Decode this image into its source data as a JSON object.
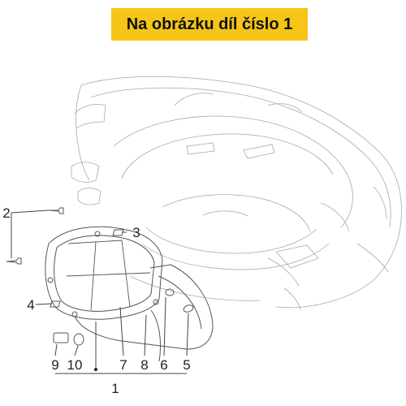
{
  "banner": {
    "text": "Na obrázku díl číslo 1",
    "background": "#f5c518"
  },
  "callouts": [
    "1",
    "2",
    "3",
    "4",
    "5",
    "6",
    "7",
    "8",
    "9",
    "10"
  ],
  "colors": {
    "line": "#555555",
    "sketch": "#9a9a9a"
  }
}
